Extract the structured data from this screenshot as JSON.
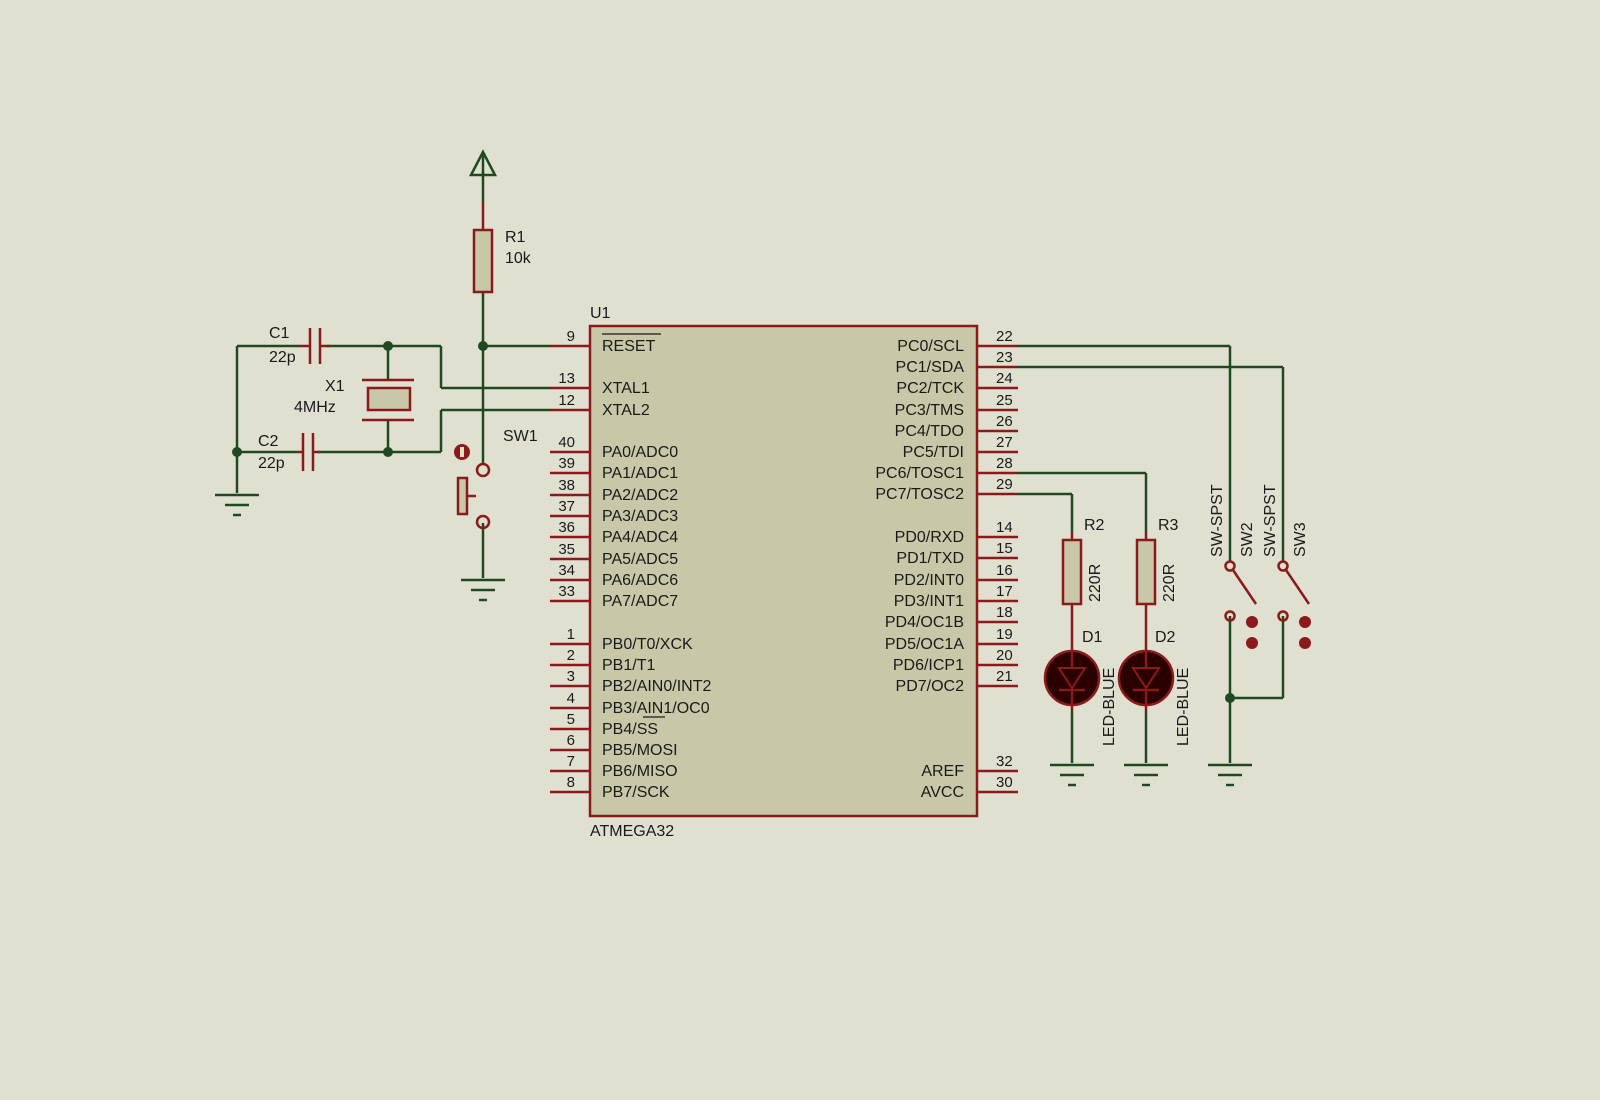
{
  "u1": {
    "ref": "U1",
    "part": "ATMEGA32",
    "left_pins": [
      {
        "name": "RESET",
        "num": "9"
      },
      {
        "name": "XTAL1",
        "num": "13"
      },
      {
        "name": "XTAL2",
        "num": "12"
      },
      {
        "name": "PA0/ADC0",
        "num": "40"
      },
      {
        "name": "PA1/ADC1",
        "num": "39"
      },
      {
        "name": "PA2/ADC2",
        "num": "38"
      },
      {
        "name": "PA3/ADC3",
        "num": "37"
      },
      {
        "name": "PA4/ADC4",
        "num": "36"
      },
      {
        "name": "PA5/ADC5",
        "num": "35"
      },
      {
        "name": "PA6/ADC6",
        "num": "34"
      },
      {
        "name": "PA7/ADC7",
        "num": "33"
      },
      {
        "name": "PB0/T0/XCK",
        "num": "1"
      },
      {
        "name": "PB1/T1",
        "num": "2"
      },
      {
        "name": "PB2/AIN0/INT2",
        "num": "3"
      },
      {
        "name": "PB3/AIN1/OC0",
        "num": "4"
      },
      {
        "name": "PB4/SS",
        "num": "5"
      },
      {
        "name": "PB5/MOSI",
        "num": "6"
      },
      {
        "name": "PB6/MISO",
        "num": "7"
      },
      {
        "name": "PB7/SCK",
        "num": "8"
      }
    ],
    "right_pins": [
      {
        "name": "PC0/SCL",
        "num": "22"
      },
      {
        "name": "PC1/SDA",
        "num": "23"
      },
      {
        "name": "PC2/TCK",
        "num": "24"
      },
      {
        "name": "PC3/TMS",
        "num": "25"
      },
      {
        "name": "PC4/TDO",
        "num": "26"
      },
      {
        "name": "PC5/TDI",
        "num": "27"
      },
      {
        "name": "PC6/TOSC1",
        "num": "28"
      },
      {
        "name": "PC7/TOSC2",
        "num": "29"
      },
      {
        "name": "PD0/RXD",
        "num": "14"
      },
      {
        "name": "PD1/TXD",
        "num": "15"
      },
      {
        "name": "PD2/INT0",
        "num": "16"
      },
      {
        "name": "PD3/INT1",
        "num": "17"
      },
      {
        "name": "PD4/OC1B",
        "num": "18"
      },
      {
        "name": "PD5/OC1A",
        "num": "19"
      },
      {
        "name": "PD6/ICP1",
        "num": "20"
      },
      {
        "name": "PD7/OC2",
        "num": "21"
      },
      {
        "name": "AREF",
        "num": "32"
      },
      {
        "name": "AVCC",
        "num": "30"
      }
    ]
  },
  "r1": {
    "ref": "R1",
    "value": "10k"
  },
  "c1": {
    "ref": "C1",
    "value": "22p"
  },
  "c2": {
    "ref": "C2",
    "value": "22p"
  },
  "x1": {
    "ref": "X1",
    "value": "4MHz"
  },
  "sw1": {
    "ref": "SW1"
  },
  "r2": {
    "ref": "R2",
    "value": "220R"
  },
  "r3": {
    "ref": "R3",
    "value": "220R"
  },
  "d1": {
    "ref": "D1",
    "value": "LED-BLUE"
  },
  "d2": {
    "ref": "D2",
    "value": "LED-BLUE"
  },
  "sw2": {
    "ref": "SW2",
    "value": "SW-SPST"
  },
  "sw3": {
    "ref": "SW3",
    "value": "SW-SPST"
  },
  "colors": {
    "background": "#e0e0d0",
    "wire": "#1f4a1f",
    "component_outline": "#8b1a1a",
    "chip_fill": "#c8c8a8",
    "led_fill": "#2a0000"
  }
}
